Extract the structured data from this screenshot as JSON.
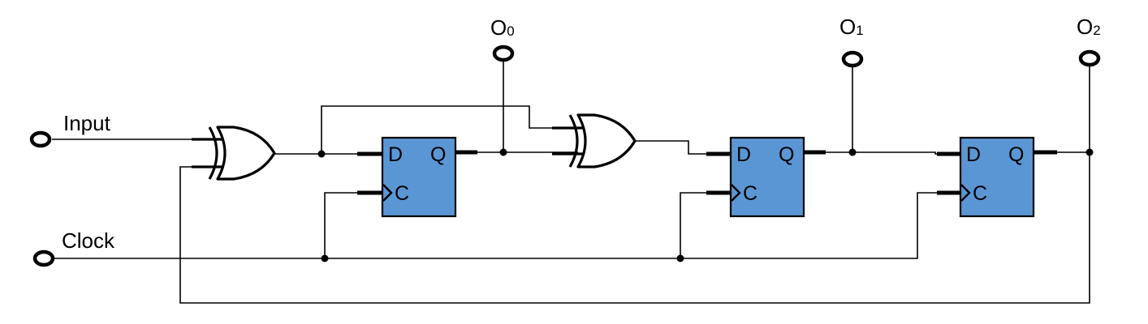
{
  "labels": {
    "input": "Input",
    "clock": "Clock"
  },
  "outputs": [
    {
      "main": "O",
      "sub": "0"
    },
    {
      "main": "O",
      "sub": "1"
    },
    {
      "main": "O",
      "sub": "2"
    }
  ],
  "flipflops": [
    {
      "d": "D",
      "q": "Q",
      "c": "C"
    },
    {
      "d": "D",
      "q": "Q",
      "c": "C"
    },
    {
      "d": "D",
      "q": "Q",
      "c": "C"
    }
  ],
  "colors": {
    "flipflop_fill": "#5b96d4",
    "wire": "#000000",
    "background": "#ffffff"
  }
}
